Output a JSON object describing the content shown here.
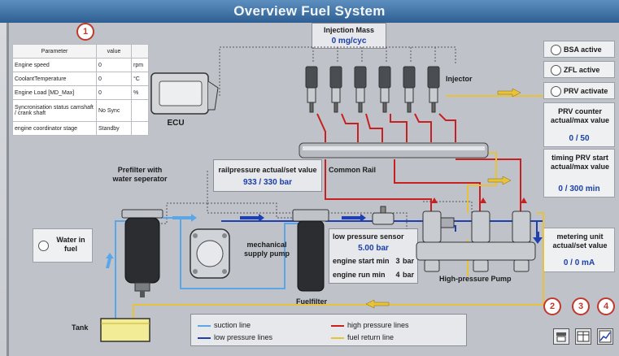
{
  "title": "Overview Fuel System",
  "params": {
    "header": [
      "Parameter",
      "value",
      ""
    ],
    "rows": [
      {
        "name": "Engine speed",
        "value": "0",
        "unit": "rpm"
      },
      {
        "name": "CoolantTemperature",
        "value": "0",
        "unit": "°C"
      },
      {
        "name": "Engine Load [MD_Max]",
        "value": "0",
        "unit": "%"
      },
      {
        "name": "Syncronisation status camshaft / crank shaft",
        "value": "No Sync",
        "unit": ""
      },
      {
        "name": "engine coordinator stage",
        "value": "Standby",
        "unit": ""
      }
    ]
  },
  "injection": {
    "label": "Injection Mass",
    "value": "0 mg/cyc"
  },
  "rail": {
    "label": "railpressure actual/set value",
    "value": "933 / 330 bar"
  },
  "labels": {
    "ecu": "ECU",
    "injector": "Injector",
    "common_rail": "Common Rail",
    "prefilter": "Prefilter with water seperator",
    "mech_pump": "mechanical supply pump",
    "fuelfilter": "Fuelfilter",
    "hp_pump": "High-pressure Pump",
    "tank": "Tank",
    "water": "Water in fuel"
  },
  "lp_sensor": {
    "label": "low pressure sensor",
    "value": "5.00 bar",
    "start_label": "engine start min",
    "start_value": "3",
    "start_unit": "bar",
    "run_label": "engine run min",
    "run_value": "4",
    "run_unit": "bar"
  },
  "status": {
    "bsa": "BSA active",
    "zfl": "ZFL active",
    "prv": "PRV activate"
  },
  "prv_counter": {
    "label": "PRV counter actual/max value",
    "value": "0 / 50"
  },
  "timing_prv": {
    "label": "timing PRV start actual/max value",
    "value": "0 / 300 min"
  },
  "metering": {
    "label": "metering unit actual/set value",
    "value": "0 / 0 mA"
  },
  "legend": {
    "suction": "suction line",
    "low": "low pressure lines",
    "high": "high pressure lines",
    "ret": "fuel return line"
  },
  "badges": [
    "1",
    "2",
    "3",
    "4"
  ],
  "colors": {
    "suction": "#5aa6e6",
    "low": "#1f3fb0",
    "high": "#c62020",
    "return": "#e8c33a"
  }
}
